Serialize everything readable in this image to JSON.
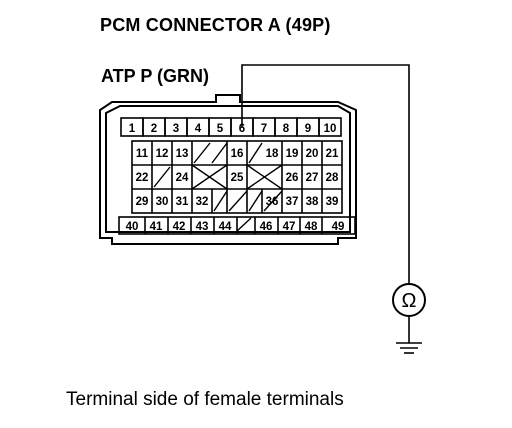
{
  "title": "PCM CONNECTOR A (49P)",
  "wire_label": "ATP P (GRN)",
  "caption": "Terminal side of female terminals",
  "meter_symbol": "Ω",
  "highlight_terminal": "6",
  "rows": [
    [
      "1",
      "2",
      "3",
      "4",
      "5",
      "6",
      "7",
      "8",
      "9",
      "10"
    ],
    [
      "11",
      "12",
      "13",
      "",
      "",
      "16",
      "",
      "18",
      "19",
      "20",
      "21"
    ],
    [
      "22",
      "",
      "24",
      "",
      "",
      "25",
      "",
      "",
      "26",
      "27",
      "28"
    ],
    [
      "29",
      "30",
      "31",
      "32",
      "",
      "",
      "",
      "36",
      "37",
      "38",
      "39"
    ],
    [
      "40",
      "41",
      "42",
      "43",
      "44",
      "",
      "46",
      "47",
      "48",
      "49"
    ]
  ],
  "blank_markers": [
    "slash",
    "cross"
  ]
}
